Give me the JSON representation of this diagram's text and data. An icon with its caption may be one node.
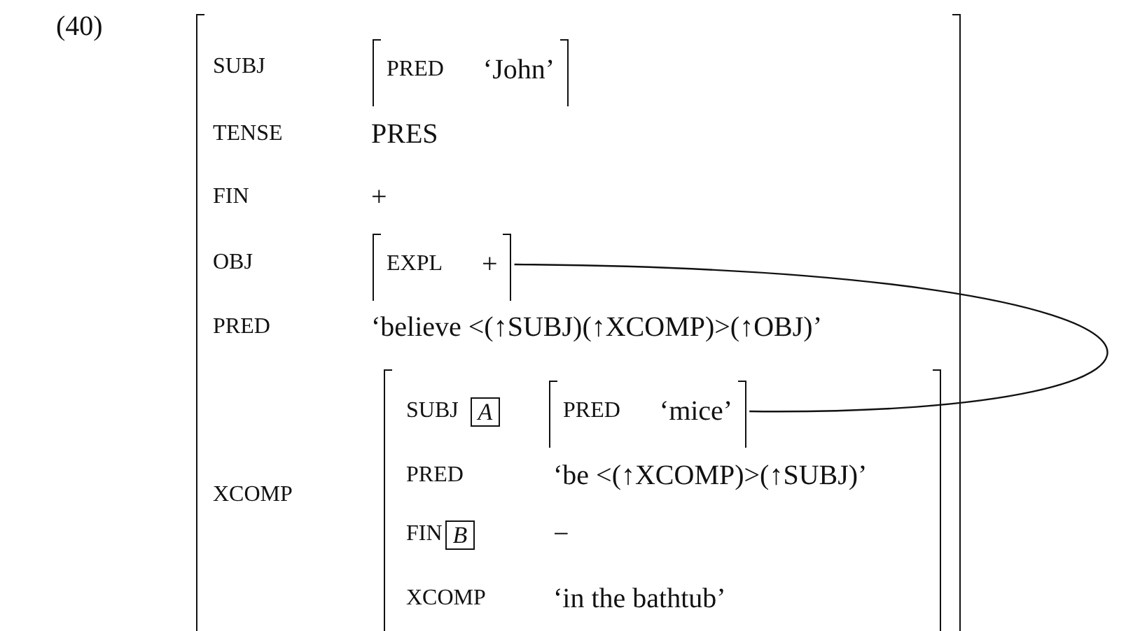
{
  "diagram": {
    "nodes": [
      {
        "text": [
          "SUBJ",
          "TENSE",
          "PRES",
          "FIN",
          "+",
          "OBJ",
          "PRED",
          "‘believe <(↑SUBJ)(↑XCOMP)>(↑OBJ)’",
          "XCOMP"
        ]
      },
      {
        "text": [
          "PRED",
          "‘John’"
        ],
        "in": 0
      },
      {
        "text": [
          "EXPL",
          "+"
        ],
        "in": 0
      },
      {
        "text": [
          "SUBJ",
          "PRED",
          "‘be <(↑XCOMP)>(↑SUBJ)’",
          "FIN",
          "−",
          "XCOMP",
          "‘in the bathtub’"
        ],
        "in": 0
      },
      {
        "text": [
          "A"
        ],
        "in": 3
      },
      {
        "text": [
          "PRED",
          "‘mice’"
        ],
        "in": 3
      },
      {
        "text": [
          "B"
        ],
        "in": 3
      }
    ],
    "edges": [
      {
        "from": 2,
        "to": 5,
        "arrow": "none"
      }
    ],
    "labels": [
      "(40)"
    ]
  }
}
